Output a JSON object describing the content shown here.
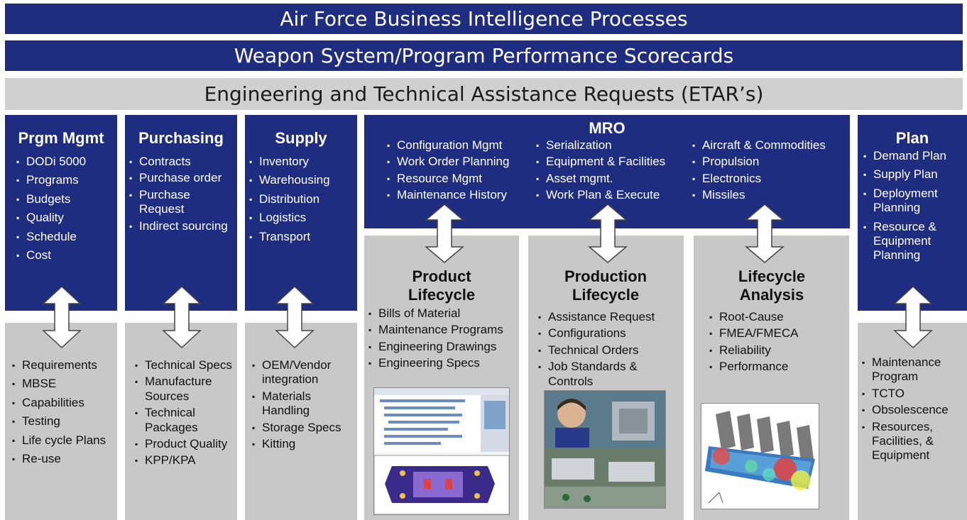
{
  "banners": {
    "top": "Air Force Business Intelligence Processes",
    "second": "Weapon System/Program Performance Scorecards",
    "third": "Engineering and Technical Assistance Requests (ETAR’s)"
  },
  "prgm": {
    "title": "Prgm Mgmt",
    "top_items": [
      "DODi 5000",
      "Programs",
      "Budgets",
      "Quality",
      "Schedule",
      "Cost"
    ],
    "bottom_items": [
      "Requirements",
      "MBSE",
      "Capabilities",
      "Testing",
      "Life cycle Plans",
      "Re-use"
    ]
  },
  "purchasing": {
    "title": "Purchasing",
    "top_items": [
      "Contracts",
      "Purchase order",
      "Purchase Request",
      "Indirect sourcing"
    ],
    "bottom_items": [
      "Technical Specs",
      "Manufacture Sources",
      "Technical Packages",
      "Product Quality",
      "KPP/KPA"
    ]
  },
  "supply": {
    "title": "Supply",
    "top_items": [
      "Inventory",
      "Warehousing",
      "Distribution",
      "Logistics",
      "Transport"
    ],
    "bottom_items": [
      "OEM/Vendor integration",
      "Materials Handling",
      "Storage Specs",
      "Kitting"
    ]
  },
  "mro": {
    "title": "MRO",
    "col1": [
      "Configuration  Mgmt",
      "Work Order Planning",
      "Resource Mgmt",
      "Maintenance History"
    ],
    "col2": [
      "Serialization",
      "Equipment & Facilities",
      "Asset mgmt.",
      "Work Plan & Execute"
    ],
    "col3": [
      "Aircraft & Commodities",
      "Propulsion",
      "Electronics",
      "Missiles"
    ]
  },
  "product_lifecycle": {
    "title": "Product Lifecycle",
    "items": [
      "Bills of Material",
      "Maintenance Programs",
      "Engineering Drawings",
      "Engineering Specs"
    ]
  },
  "production_lifecycle": {
    "title": "Production Lifecycle",
    "items": [
      "Assistance Request",
      "Configurations",
      "Technical Orders",
      "Job Standards & Controls"
    ]
  },
  "lifecycle_analysis": {
    "title": "Lifecycle Analysis",
    "items": [
      "Root-Cause",
      "FMEA/FMECA",
      "Reliability",
      "Performance"
    ]
  },
  "plan": {
    "title": "Plan",
    "top_items": [
      "Demand Plan",
      "Supply Plan",
      "Deployment Planning",
      "Resource & Equipment Planning"
    ],
    "bottom_items": [
      "Maintenance Program",
      "TCTO",
      "Obsolescence",
      "Resources, Facilities, & Equipment"
    ]
  },
  "colors": {
    "navy": "#1f2d80",
    "grey": "#c8c8c8"
  }
}
